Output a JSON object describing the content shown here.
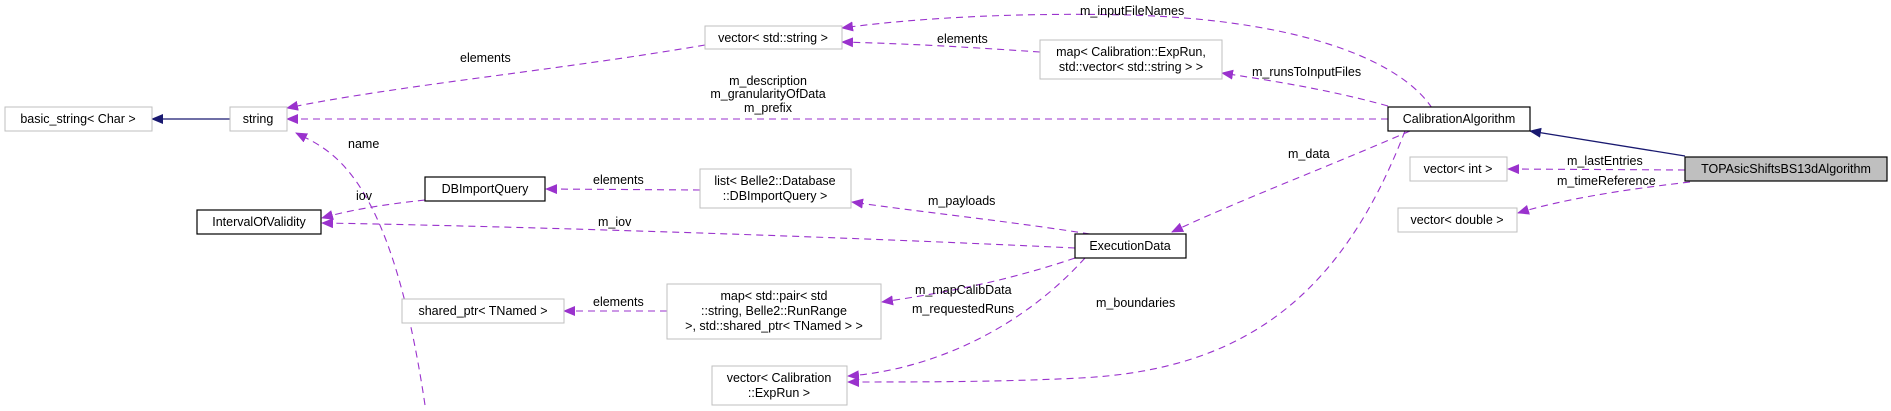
{
  "nodes": {
    "vector_string": {
      "label": "vector< std::string >",
      "style": "grey"
    },
    "map_exprun": {
      "label_lines": [
        "map< Calibration::ExpRun,",
        "std::vector< std::string > >"
      ],
      "style": "grey"
    },
    "basic_string": {
      "label": "basic_string< Char >",
      "style": "grey"
    },
    "string": {
      "label": "string",
      "style": "grey"
    },
    "calibration_algorithm": {
      "label": "CalibrationAlgorithm",
      "style": "black"
    },
    "top_algorithm": {
      "label": "TOPAsicShiftsBS13dAlgorithm",
      "style": "current"
    },
    "vector_int": {
      "label": "vector< int >",
      "style": "grey"
    },
    "vector_double": {
      "label": "vector< double >",
      "style": "grey"
    },
    "interval_of_validity": {
      "label": "IntervalOfValidity",
      "style": "black"
    },
    "db_import_query": {
      "label": "DBImportQuery",
      "style": "black"
    },
    "list_dbimport": {
      "label_lines": [
        "list< Belle2::Database",
        "::DBImportQuery >"
      ],
      "style": "grey"
    },
    "execution_data": {
      "label": "ExecutionData",
      "style": "black"
    },
    "shared_ptr": {
      "label": "shared_ptr< TNamed >",
      "style": "grey"
    },
    "map_pair": {
      "label_lines": [
        "map< std::pair< std",
        "::string, Belle2::RunRange",
        ">, std::shared_ptr< TNamed > >"
      ],
      "style": "grey"
    },
    "vector_exprun": {
      "label_lines": [
        "vector< Calibration",
        "::ExpRun >"
      ],
      "style": "grey"
    }
  },
  "edges": {
    "m_inputFileNames": "m_inputFileNames",
    "elements_map_to_vector": "elements",
    "elements_vector_to_string": "elements",
    "m_runsToInputFiles": "m_runsToInputFiles",
    "string_members": [
      "m_description",
      "m_granularityOfData",
      "m_prefix"
    ],
    "name": "name",
    "iov": "iov",
    "elements_list_to_db": "elements",
    "m_iov": "m_iov",
    "m_data": "m_data",
    "m_payloads": "m_payloads",
    "m_lastEntries": "m_lastEntries",
    "m_timeReference": "m_timeReference",
    "m_mapCalibData": "m_mapCalibData",
    "elements_map_to_shared": "elements",
    "m_requestedRuns": "m_requestedRuns",
    "m_boundaries": "m_boundaries"
  },
  "colors": {
    "usage_edge": "#9a32cd",
    "inheritance_edge": "#191970",
    "grey_border": "#bfbfbf",
    "current_fill": "#bfbfbf"
  }
}
